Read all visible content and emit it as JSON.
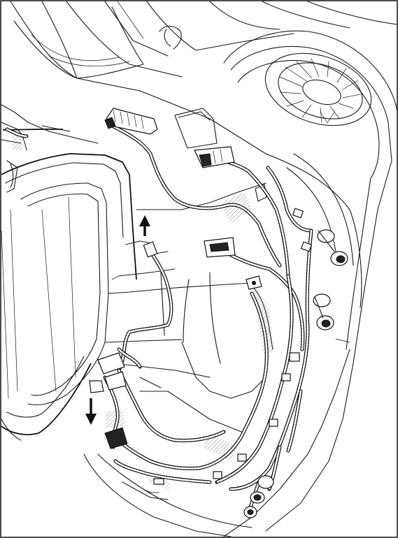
{
  "figure": {
    "description_visible_text": "",
    "arrows": [
      {
        "name": "up-arrow",
        "direction": "up"
      },
      {
        "name": "down-arrow",
        "direction": "down"
      }
    ]
  }
}
